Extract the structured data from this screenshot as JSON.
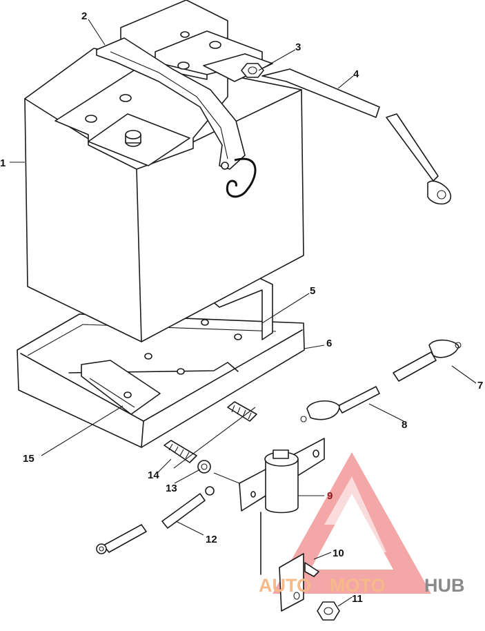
{
  "diagram": {
    "callouts": [
      {
        "id": "1",
        "label": "1"
      },
      {
        "id": "2",
        "label": "2"
      },
      {
        "id": "3",
        "label": "3"
      },
      {
        "id": "4",
        "label": "4"
      },
      {
        "id": "5",
        "label": "5"
      },
      {
        "id": "6",
        "label": "6"
      },
      {
        "id": "7",
        "label": "7"
      },
      {
        "id": "8",
        "label": "8"
      },
      {
        "id": "9",
        "label": "9"
      },
      {
        "id": "10",
        "label": "10"
      },
      {
        "id": "11",
        "label": "11"
      },
      {
        "id": "12",
        "label": "12"
      },
      {
        "id": "13",
        "label": "13"
      },
      {
        "id": "14",
        "label": "14"
      },
      {
        "id": "15",
        "label": "15"
      }
    ]
  },
  "watermark": {
    "part_a": "AUTO",
    "part_b": "MOTO",
    "part_c": "HUB",
    "triangle_color": "#f08080"
  }
}
